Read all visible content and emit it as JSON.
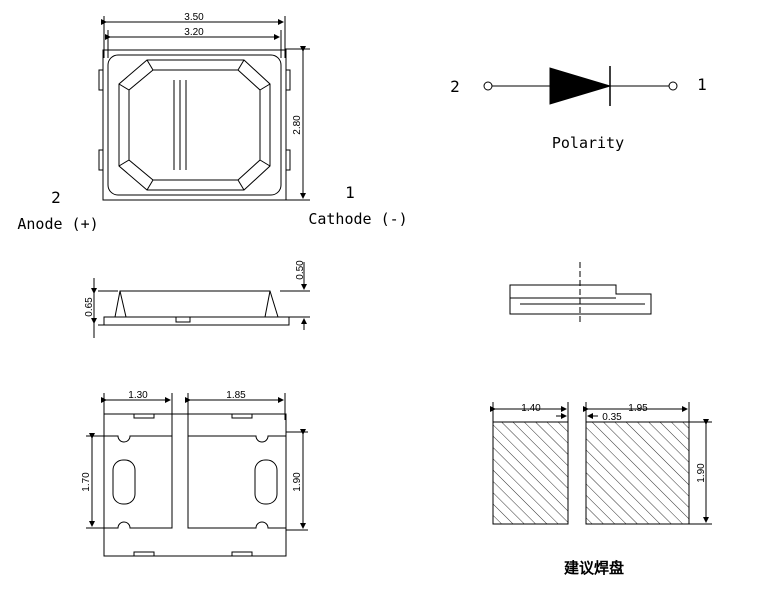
{
  "top_view": {
    "dim_width_outer": "3.50",
    "dim_width_inner": "3.20",
    "dim_height": "2.80",
    "pin2_number": "2",
    "pin2_label": "Anode (+)",
    "pin1_number": "1",
    "pin1_label": "Cathode (-)"
  },
  "polarity": {
    "pin_left": "2",
    "pin_right": "1",
    "caption": "Polarity"
  },
  "side_view": {
    "dim_lens": "0.50",
    "dim_total": "0.65"
  },
  "bottom_view": {
    "dim_left": "1.30",
    "dim_right": "1.85",
    "dim_pad_height": "1.70",
    "dim_body_height": "1.90"
  },
  "footprint": {
    "dim_pad_left": "1.40",
    "dim_pad_right": "1.95",
    "dim_gap": "0.35",
    "dim_height": "1.90",
    "caption": "建议焊盘"
  }
}
